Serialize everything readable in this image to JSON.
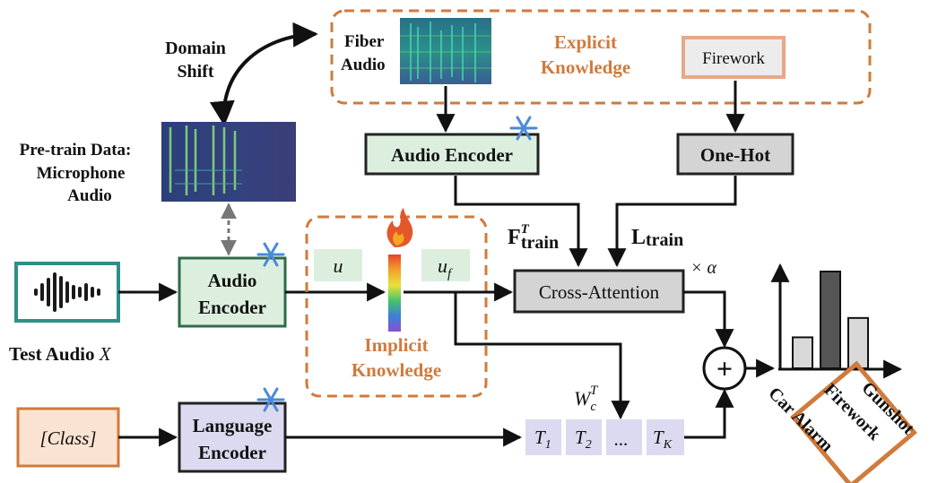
{
  "labels": {
    "domain_shift_l1": "Domain",
    "domain_shift_l2": "Shift",
    "fiber_audio_l1": "Fiber",
    "fiber_audio_l2": "Audio",
    "explicit_l1": "Explicit",
    "explicit_l2": "Knowledge",
    "firework_box": "Firework",
    "pretrain_l1": "Pre-train Data:",
    "pretrain_l2": "Microphone",
    "pretrain_l3": "Audio",
    "audio_encoder_top": "Audio Encoder",
    "one_hot": "One-Hot",
    "f_train_base": "F",
    "f_train_sup": "T",
    "f_train_sub": "train",
    "l_train_base": "L",
    "l_train_sub": "train",
    "audio_encoder_mid_l1": "Audio",
    "audio_encoder_mid_l2": "Encoder",
    "u": "u",
    "u_f_base": "u",
    "u_f_sub": "f",
    "cross_attention": "Cross-Attention",
    "times_alpha": "× α",
    "test_audio_prefix": "Test Audio ",
    "test_audio_var": "X",
    "implicit_l1": "Implicit",
    "implicit_l2": "Knowledge",
    "class_token": "[Class]",
    "language_encoder_l1": "Language",
    "language_encoder_l2": "Encoder",
    "wc_base": "W",
    "wc_sub": "c",
    "wc_sup": "T",
    "tokens": [
      {
        "base": "T",
        "sub": "1"
      },
      {
        "base": "T",
        "sub": "2"
      },
      {
        "base": "...",
        "sub": ""
      },
      {
        "base": "T",
        "sub": "K"
      }
    ],
    "plus": "+",
    "class_car_alarm": "Car Alarm",
    "class_firework": "Firework",
    "class_gunshot": "Gunshot"
  },
  "colors": {
    "orange": "#d07a3c",
    "green_fill": "#dcefdf",
    "green_border": "#2f6b4a",
    "gray_fill": "#d4d4d4",
    "lavender_fill": "#dcdaf0",
    "peach_fill": "#fbe3d1",
    "teal": "#2e8f87"
  },
  "chart_data": {
    "type": "bar",
    "categories": [
      "Car Alarm",
      "Firework",
      "Gunshot"
    ],
    "values": [
      0.32,
      1.0,
      0.52
    ],
    "highlight": "Firework"
  }
}
